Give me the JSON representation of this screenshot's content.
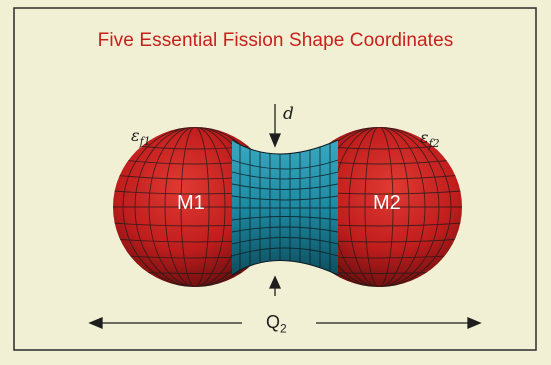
{
  "title": "Five Essential Fission Shape Coordinates",
  "labels": {
    "d": "d",
    "eps1_main": "ε",
    "eps1_sub": "f1",
    "eps2_main": "ε",
    "eps2_sub": "f2",
    "m1": "M1",
    "m2": "M2",
    "q_main": "Q",
    "q_sub": "2"
  },
  "colors": {
    "background": "#f2f0d4",
    "title": "#c8201c",
    "fragment": "#c42222",
    "neck": "#1f8fa8",
    "grid": "#1a1a1a"
  }
}
